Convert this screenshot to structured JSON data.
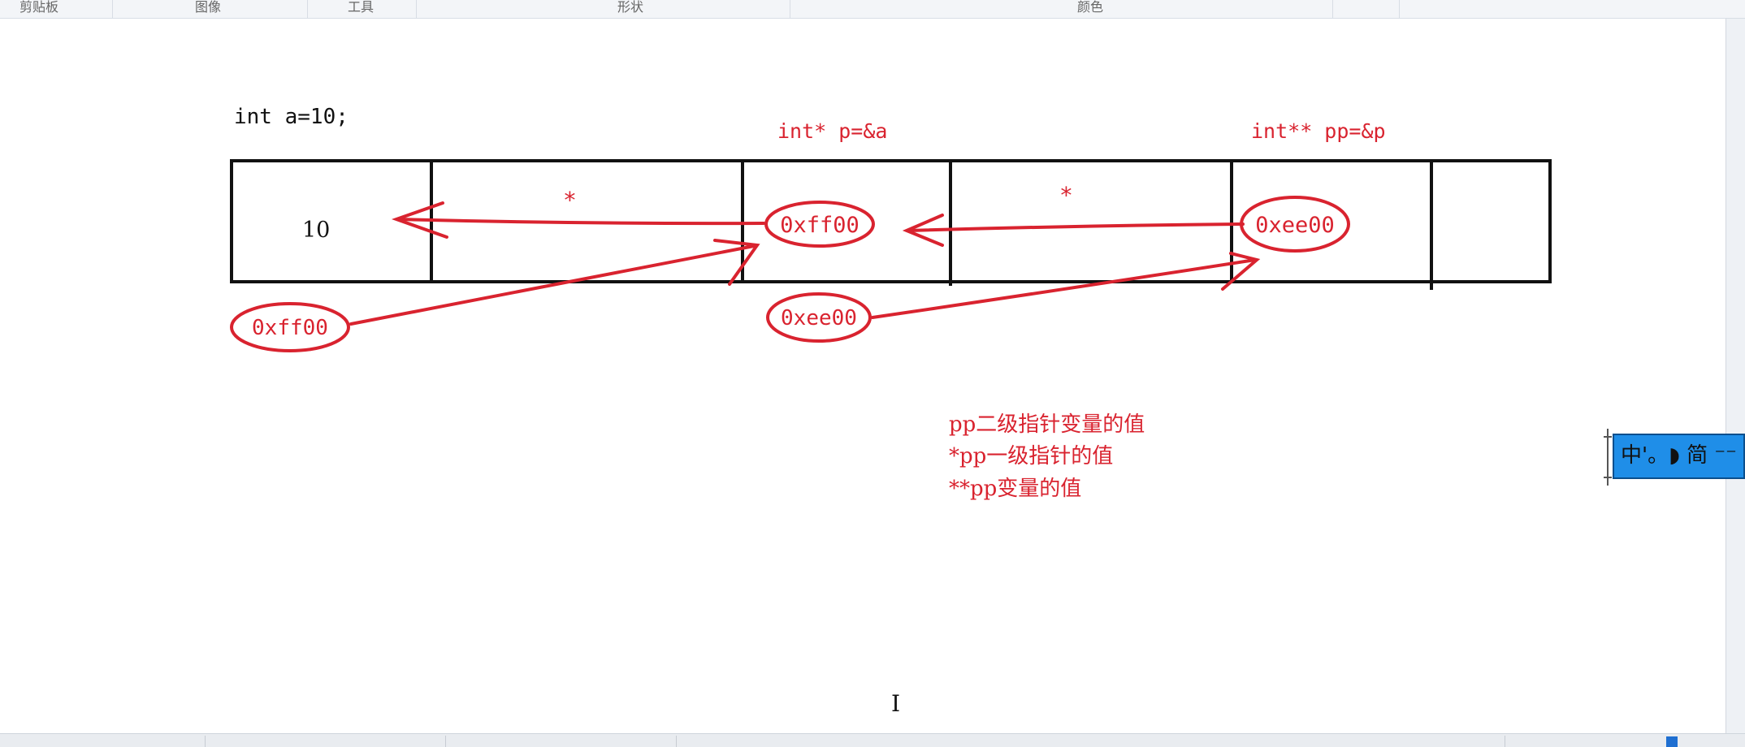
{
  "ribbon": {
    "groups": [
      "剪贴板",
      "图像",
      "工具",
      "形状",
      "颜色"
    ]
  },
  "diagram": {
    "declarations": {
      "a": "int a=10;",
      "p": "int* p=&a",
      "pp": "int** pp=&p"
    },
    "cells": {
      "a_value": "10",
      "p_value": "0xff00",
      "pp_value": "0xee00"
    },
    "deref_marks": {
      "first": "*",
      "second": "*"
    },
    "addresses": {
      "a_address": "0xff00",
      "p_address": "0xee00"
    },
    "notes": [
      "pp二级指针变量的值",
      "*pp一级指针的值",
      "**pp变量的值"
    ]
  },
  "ime": {
    "text": "中'。◗ 简 ⁻⁻"
  },
  "colors": {
    "annotation": "#d9232f",
    "ink": "#111111",
    "canvas": "#ffffff"
  }
}
